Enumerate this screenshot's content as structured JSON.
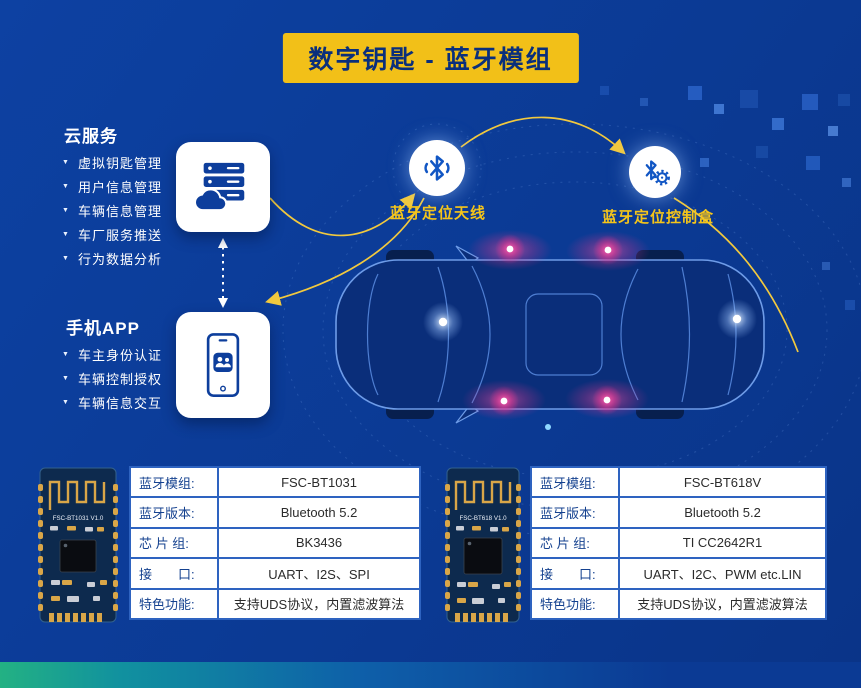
{
  "title": "数字钥匙 - 蓝牙模组",
  "cloud_service": {
    "heading": "云服务",
    "items": [
      "虚拟钥匙管理",
      "用户信息管理",
      "车辆信息管理",
      "车厂服务推送",
      "行为数据分析"
    ]
  },
  "mobile_app": {
    "heading": "手机APP",
    "items": [
      "车主身份认证",
      "车辆控制授权",
      "车辆信息交互"
    ]
  },
  "car_labels": {
    "antenna": "蓝牙定位天线",
    "control_box": "蓝牙定位控制盒"
  },
  "modules": [
    {
      "board_silkscreen": "FSC-BT1031 V1.0",
      "specs": [
        {
          "label": "蓝牙模组:",
          "value": "FSC-BT1031"
        },
        {
          "label": "蓝牙版本:",
          "value": "Bluetooth 5.2"
        },
        {
          "label": "芯 片 组:",
          "value": "BK3436"
        },
        {
          "label": "接　　口:",
          "value": "UART、I2S、SPI"
        },
        {
          "label": "特色功能:",
          "value": "支持UDS协议，内置滤波算法"
        }
      ]
    },
    {
      "board_silkscreen": "FSC-BT618 V1.0",
      "specs": [
        {
          "label": "蓝牙模组:",
          "value": "FSC-BT618V"
        },
        {
          "label": "蓝牙版本:",
          "value": "Bluetooth 5.2"
        },
        {
          "label": "芯 片 组:",
          "value": "TI CC2642R1"
        },
        {
          "label": "接　　口:",
          "value": "UART、I2C、PWM etc.LIN"
        },
        {
          "label": "特色功能:",
          "value": "支持UDS协议，内置滤波算法"
        }
      ]
    }
  ],
  "colors": {
    "background": "#0b3a94",
    "banner_bg": "#f2c018",
    "banner_text": "#0a2f7c",
    "accent_yellow": "#f5c51a",
    "bluetooth_blue": "#1156c4",
    "glow_pink": "#ff5fae"
  }
}
